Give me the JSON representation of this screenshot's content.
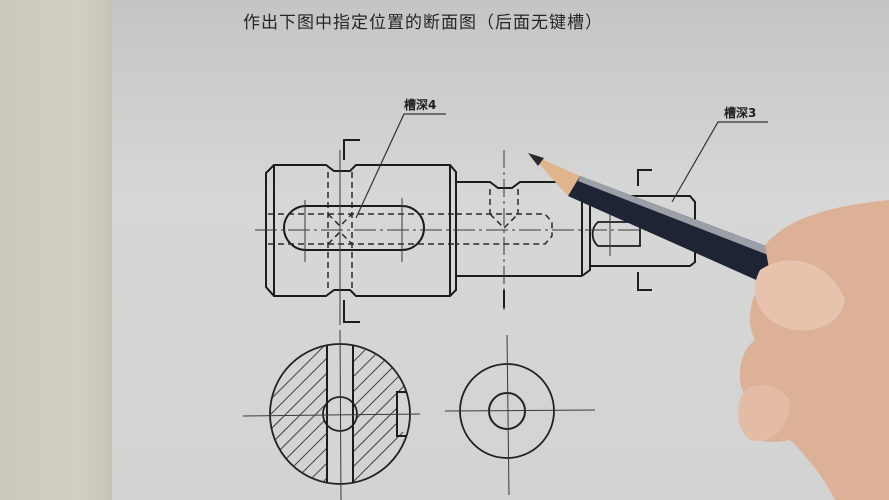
{
  "title": "作出下图中指定位置的断面图（后面无键槽）",
  "annotations": {
    "groove_depth_left": "槽深4",
    "groove_depth_right": "槽深3"
  },
  "colors": {
    "paper": "#d4d5d4",
    "line": "#1c1c1c",
    "pencil_body": "#1e2433",
    "skin": "#e2b9a0"
  },
  "drawing": {
    "main_view": "stepped shaft with keyway slot and cross holes",
    "section_views": [
      "section with hatching, through-slot and keyway notch",
      "concentric circles section"
    ]
  }
}
